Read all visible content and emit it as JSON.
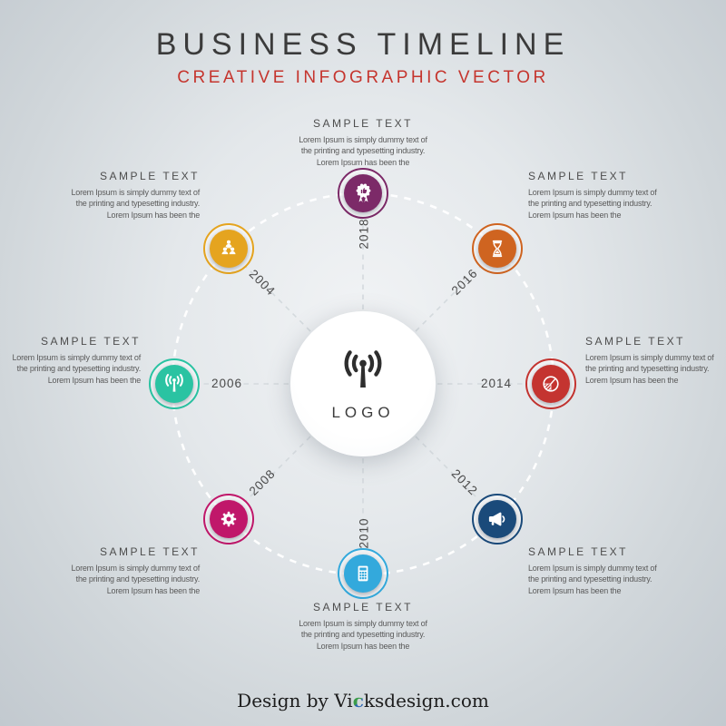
{
  "header": {
    "title": "BUSINESS TIMELINE",
    "subtitle": "CREATIVE INFOGRAPHIC VECTOR",
    "subtitle_color": "#c5352e"
  },
  "center": {
    "logo_label": "LOGO",
    "icon": "antenna-icon"
  },
  "nodes": [
    {
      "year": "2018",
      "icon": "medal-icon",
      "color": "#7c2a68",
      "heading": "SAMPLE TEXT",
      "body": [
        "Lorem Ipsum is simply dummy text of",
        "the printing and typesetting industry.",
        "Lorem Ipsum has been the"
      ]
    },
    {
      "year": "2016",
      "icon": "hourglass-icon",
      "color": "#cf6420",
      "heading": "SAMPLE TEXT",
      "body": [
        "Lorem Ipsum is simply dummy text of",
        "the printing and typesetting industry.",
        "Lorem Ipsum has been the"
      ]
    },
    {
      "year": "2014",
      "icon": "pie-chart-icon",
      "color": "#c43430",
      "heading": "SAMPLE TEXT",
      "body": [
        "Lorem Ipsum is simply dummy text of",
        "the printing and typesetting industry.",
        "Lorem Ipsum has been the"
      ]
    },
    {
      "year": "2012",
      "icon": "megaphone-icon",
      "color": "#1a4a7a",
      "heading": "SAMPLE TEXT",
      "body": [
        "Lorem Ipsum is simply dummy text of",
        "the printing and typesetting industry.",
        "Lorem Ipsum has been the"
      ]
    },
    {
      "year": "2010",
      "icon": "calculator-icon",
      "color": "#33a9dc",
      "heading": "SAMPLE TEXT",
      "body": [
        "Lorem Ipsum is simply dummy text of",
        "the printing and typesetting industry.",
        "Lorem Ipsum has been the"
      ]
    },
    {
      "year": "2008",
      "icon": "gear-icon",
      "color": "#c0176a",
      "heading": "SAMPLE TEXT",
      "body": [
        "Lorem Ipsum is simply dummy text of",
        "the printing and typesetting industry.",
        "Lorem Ipsum has been the"
      ]
    },
    {
      "year": "2006",
      "icon": "antenna-icon",
      "color": "#2ac3a2",
      "heading": "SAMPLE TEXT",
      "body": [
        "Lorem Ipsum is simply dummy text of",
        "the printing and typesetting industry.",
        "Lorem Ipsum has been the"
      ]
    },
    {
      "year": "2004",
      "icon": "team-icon",
      "color": "#e5a41f",
      "heading": "SAMPLE TEXT",
      "body": [
        "Lorem Ipsum is simply dummy text of",
        "the printing and typesetting industry.",
        "Lorem Ipsum has been the"
      ]
    }
  ],
  "footer": {
    "prefix": "Design by ",
    "brand_start": "Vi",
    "brand_accent": "c",
    "brand_end": "ksdesign.com"
  }
}
